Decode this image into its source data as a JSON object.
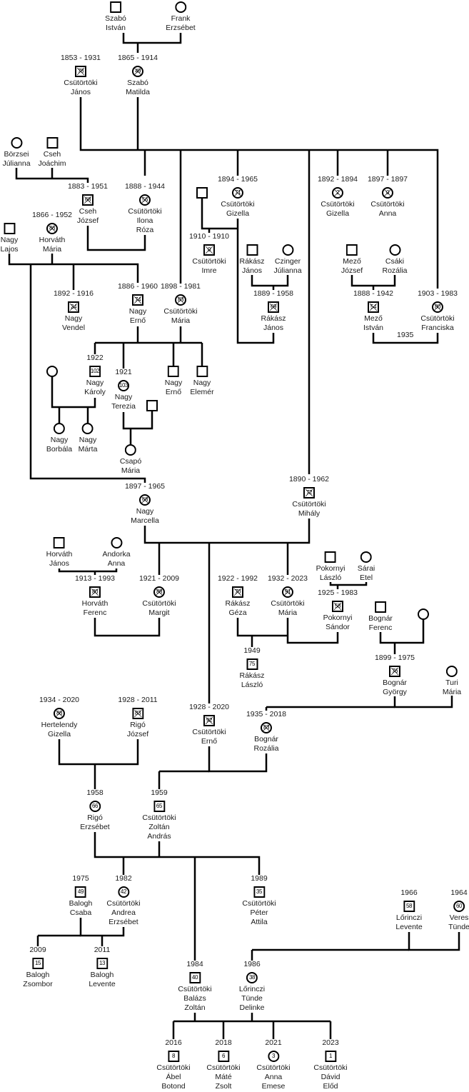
{
  "title": "Csütörtöki family tree",
  "colors": {
    "line": "#000000",
    "text": "#1a1a1a",
    "background": "#ffffff"
  },
  "annotations": {
    "marriage_1935": "1935"
  },
  "nodes": [
    {
      "sex": "m",
      "name": [
        "Szabó",
        "István"
      ]
    },
    {
      "sex": "f",
      "name": [
        "Frank",
        "Erzsébet"
      ]
    },
    {
      "sex": "m",
      "years": "1853 - 1931",
      "age": "78",
      "deceased": true,
      "name": [
        "Csütörtöki",
        "János"
      ]
    },
    {
      "sex": "f",
      "years": "1865 - 1914",
      "age": "49",
      "deceased": true,
      "name": [
        "Szabó",
        "Matilda"
      ]
    },
    {
      "sex": "f",
      "name": [
        "Börzsei",
        "Júlianna"
      ]
    },
    {
      "sex": "m",
      "name": [
        "Cseh",
        "Joáchim"
      ]
    },
    {
      "sex": "m",
      "years": "1883 - 1951",
      "age": "68",
      "deceased": true,
      "name": [
        "Cseh",
        "József"
      ]
    },
    {
      "sex": "f",
      "years": "1888 - 1944",
      "age": "56",
      "deceased": true,
      "name": [
        "Csütörtöki",
        "Ilona",
        "Róza"
      ]
    },
    {
      "sex": "m",
      "name": []
    },
    {
      "sex": "f",
      "years": "1894 - 1965",
      "age": "71",
      "deceased": true,
      "name": [
        "Csütörtöki",
        "Gizella"
      ]
    },
    {
      "sex": "m",
      "years": "1910 - 1910",
      "age": "0",
      "deceased": true,
      "name": [
        "Csütörtöki",
        "Imre"
      ]
    },
    {
      "sex": "m",
      "name": [
        "Rákász",
        "János"
      ]
    },
    {
      "sex": "f",
      "name": [
        "Czinger",
        "Júlianna"
      ]
    },
    {
      "sex": "m",
      "years": "1889 - 1958",
      "age": "69",
      "deceased": true,
      "name": [
        "Rákász",
        "János"
      ]
    },
    {
      "sex": "f",
      "years": "1892 - 1894",
      "age": "2",
      "deceased": true,
      "name": [
        "Csütörtöki",
        "Gizella"
      ]
    },
    {
      "sex": "f",
      "years": "1897 - 1897",
      "age": "0",
      "deceased": true,
      "name": [
        "Csütörtöki",
        "Anna"
      ]
    },
    {
      "sex": "m",
      "name": [
        "Mező",
        "József"
      ]
    },
    {
      "sex": "f",
      "name": [
        "Csáki",
        "Rozália"
      ]
    },
    {
      "sex": "m",
      "years": "1888 - 1942",
      "age": "54",
      "deceased": true,
      "name": [
        "Mező",
        "István"
      ]
    },
    {
      "sex": "f",
      "years": "1903 - 1983",
      "age": "80",
      "deceased": true,
      "name": [
        "Csütörtöki",
        "Franciska"
      ]
    },
    {
      "sex": "m",
      "name": [
        "Nagy",
        "Lajos"
      ]
    },
    {
      "sex": "f",
      "years": "1866 - 1952",
      "age": "86",
      "deceased": true,
      "name": [
        "Horváth",
        "Mária"
      ]
    },
    {
      "sex": "m",
      "years": "1892 - 1916",
      "age": "24",
      "deceased": true,
      "name": [
        "Nagy",
        "Vendel"
      ]
    },
    {
      "sex": "m",
      "years": "1886 - 1960",
      "age": "74",
      "deceased": true,
      "name": [
        "Nagy",
        "Ernő"
      ]
    },
    {
      "sex": "f",
      "years": "1898 - 1981",
      "age": "83",
      "deceased": true,
      "name": [
        "Csütörtöki",
        "Mária"
      ]
    },
    {
      "sex": "m",
      "years": "1922",
      "age": "102",
      "name": [
        "Nagy",
        "Károly"
      ]
    },
    {
      "sex": "f",
      "years": "1921",
      "age": "103",
      "name": [
        "Nagy",
        "Terezia"
      ]
    },
    {
      "sex": "m",
      "name": [
        "Nagy",
        "Ernő"
      ]
    },
    {
      "sex": "m",
      "name": [
        "Nagy",
        "Elemér"
      ]
    },
    {
      "sex": "f",
      "name": []
    },
    {
      "sex": "f",
      "name": [
        "Nagy",
        "Borbála"
      ]
    },
    {
      "sex": "f",
      "name": [
        "Nagy",
        "Márta"
      ]
    },
    {
      "sex": "m",
      "name": []
    },
    {
      "sex": "f",
      "name": [
        "Csapó",
        "Mária"
      ]
    },
    {
      "sex": "f",
      "years": "1897 - 1965",
      "age": "68",
      "deceased": true,
      "name": [
        "Nagy",
        "Marcella"
      ]
    },
    {
      "sex": "m",
      "years": "1890 - 1962",
      "age": "72",
      "deceased": true,
      "name": [
        "Csütörtöki",
        "Mihály"
      ]
    },
    {
      "sex": "m",
      "name": [
        "Horváth",
        "János"
      ]
    },
    {
      "sex": "f",
      "name": [
        "Andorka",
        "Anna"
      ]
    },
    {
      "sex": "m",
      "years": "1913 - 1993",
      "age": "80",
      "deceased": true,
      "name": [
        "Horváth",
        "Ferenc"
      ]
    },
    {
      "sex": "f",
      "years": "1921 - 2009",
      "age": "88",
      "deceased": true,
      "name": [
        "Csütörtöki",
        "Margit"
      ]
    },
    {
      "sex": "m",
      "years": "1922 - 1992",
      "age": "70",
      "deceased": true,
      "name": [
        "Rákász",
        "Géza"
      ]
    },
    {
      "sex": "f",
      "years": "1932 - 2023",
      "age": "91",
      "deceased": true,
      "name": [
        "Csütörtöki",
        "Mária"
      ]
    },
    {
      "sex": "m",
      "name": [
        "Pokornyi",
        "László"
      ]
    },
    {
      "sex": "f",
      "name": [
        "Sárai",
        "Etel"
      ]
    },
    {
      "sex": "m",
      "years": "1925 - 1983",
      "age": "58",
      "deceased": true,
      "name": [
        "Pokornyi",
        "Sándor"
      ]
    },
    {
      "sex": "m",
      "years": "1949",
      "age": "75",
      "name": [
        "Rákász",
        "László"
      ]
    },
    {
      "sex": "m",
      "name": [
        "Bognár",
        "Ferenc"
      ]
    },
    {
      "sex": "f",
      "name": []
    },
    {
      "sex": "m",
      "years": "1899 - 1975",
      "age": "76",
      "deceased": true,
      "name": [
        "Bognár",
        "György"
      ]
    },
    {
      "sex": "f",
      "name": [
        "Turi",
        "Mária"
      ]
    },
    {
      "sex": "f",
      "years": "1935 - 2018",
      "age": "83",
      "deceased": true,
      "name": [
        "Bognár",
        "Rozália"
      ]
    },
    {
      "sex": "m",
      "years": "1928 - 2020",
      "age": "92",
      "deceased": true,
      "name": [
        "Csütörtöki",
        "Ernő"
      ]
    },
    {
      "sex": "f",
      "years": "1934 - 2020",
      "age": "86",
      "deceased": true,
      "name": [
        "Hertelendy",
        "Gizella"
      ]
    },
    {
      "sex": "m",
      "years": "1928 - 2011",
      "age": "83",
      "deceased": true,
      "name": [
        "Rigó",
        "József"
      ]
    },
    {
      "sex": "f",
      "years": "1958",
      "age": "66",
      "name": [
        "Rigó",
        "Erzsébet"
      ]
    },
    {
      "sex": "m",
      "years": "1959",
      "age": "65",
      "name": [
        "Csütörtöki",
        "Zoltán",
        "András"
      ]
    },
    {
      "sex": "m",
      "years": "1975",
      "age": "49",
      "name": [
        "Balogh",
        "Csaba"
      ]
    },
    {
      "sex": "f",
      "years": "1982",
      "age": "42",
      "name": [
        "Csütörtöki",
        "Andrea",
        "Erzsébet"
      ]
    },
    {
      "sex": "m",
      "years": "1989",
      "age": "35",
      "name": [
        "Csütörtöki",
        "Péter",
        "Attila"
      ]
    },
    {
      "sex": "m",
      "years": "2009",
      "age": "15",
      "name": [
        "Balogh",
        "Zsombor"
      ]
    },
    {
      "sex": "m",
      "years": "2011",
      "age": "13",
      "name": [
        "Balogh",
        "Levente"
      ]
    },
    {
      "sex": "m",
      "years": "1966",
      "age": "58",
      "name": [
        "Lőrinczi",
        "Levente"
      ]
    },
    {
      "sex": "f",
      "years": "1964",
      "age": "60",
      "name": [
        "Veres",
        "Tünde"
      ]
    },
    {
      "sex": "m",
      "years": "1984",
      "age": "40",
      "name": [
        "Csütörtöki",
        "Balázs",
        "Zoltán"
      ]
    },
    {
      "sex": "f",
      "years": "1986",
      "age": "38",
      "name": [
        "Lőrinczi",
        "Tünde",
        "Delinke"
      ]
    },
    {
      "sex": "m",
      "years": "2016",
      "age": "8",
      "name": [
        "Csütörtöki",
        "Ábel",
        "Botond"
      ]
    },
    {
      "sex": "m",
      "years": "2018",
      "age": "6",
      "name": [
        "Csütörtöki",
        "Máté",
        "Zsolt"
      ]
    },
    {
      "sex": "f",
      "years": "2021",
      "age": "3",
      "name": [
        "Csütörtöki",
        "Anna",
        "Emese"
      ]
    },
    {
      "sex": "m",
      "years": "2023",
      "age": "1",
      "name": [
        "Csütörtöki",
        "Dávid",
        "Előd"
      ]
    }
  ]
}
